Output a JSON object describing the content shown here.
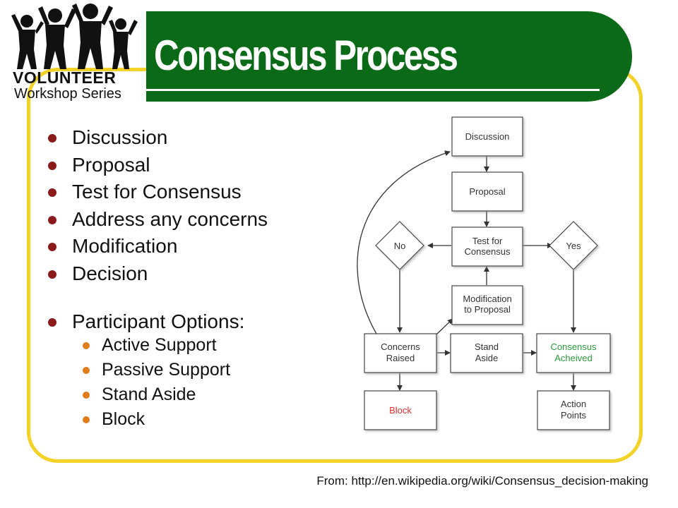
{
  "title": "Consensus Process",
  "logo": {
    "line1": "VOLUNTEER",
    "line2": "Workshop Series"
  },
  "bullets": [
    "Discussion",
    "Proposal",
    "Test for Consensus",
    "Address any concerns",
    "Modification",
    "Decision"
  ],
  "participant_heading": "Participant Options:",
  "participant_options": [
    "Active Support",
    "Passive Support",
    "Stand Aside",
    "Block"
  ],
  "flowchart": {
    "discussion": "Discussion",
    "proposal": "Proposal",
    "test_line1": "Test for",
    "test_line2": "Consensus",
    "no": "No",
    "yes": "Yes",
    "modification_line1": "Modification",
    "modification_line2": "to Proposal",
    "concerns_line1": "Concerns",
    "concerns_line2": "Raised",
    "stand_line1": "Stand",
    "stand_line2": "Aside",
    "consensus_line1": "Consensus",
    "consensus_line2": "Acheived",
    "block": "Block",
    "action_line1": "Action",
    "action_line2": "Points"
  },
  "source": "From: http://en.wikipedia.org/wiki/Consensus_decision-making",
  "colors": {
    "banner": "#0b6a17",
    "frame": "#f2d229",
    "bullet": "#8b1a1a",
    "sub_bullet": "#e07d1b",
    "block_text": "#e0302a",
    "consensus_text": "#2e9a3c"
  }
}
